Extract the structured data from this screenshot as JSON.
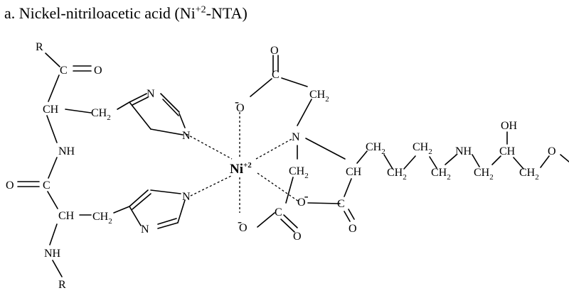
{
  "title": {
    "prefix": "a. Nickel-nitriloacetic acid (Ni",
    "superscript": "+2",
    "suffix": "-NTA)"
  },
  "atoms": {
    "r_top": "R",
    "r_bottom": "R",
    "c_carbonyl_top": "C",
    "o_carbonyl_top": "O",
    "ch_top": "CH",
    "ch2_top": "CH",
    "nh_top": "NH",
    "o_carbonyl_mid": "O",
    "c_carbonyl_mid": "C",
    "ch_bottom": "CH",
    "ch2_bottom": "CH",
    "nh_bottom": "NH",
    "imid_top_n1": "N",
    "imid_top_n3": "N",
    "imid_bottom_n1": "N",
    "imid_bottom_n3": "N",
    "ni": "Ni",
    "ni_charge": "+2",
    "acid_top_o": "O",
    "acid_top_c": "C",
    "acid_top_o_minus": "O",
    "acid_top_ch2": "CH",
    "amine_n": "N",
    "acid_left_ch2": "CH",
    "acid_left_c": "C",
    "acid_left_o_minus": "O",
    "acid_left_o": "O",
    "backbone_ch": "CH",
    "acid_right_o_minus": "O",
    "acid_right_c": "C",
    "acid_right_o": "O",
    "chain_ch2_1": "CH",
    "chain_ch2_2": "CH",
    "chain_ch2_3": "CH",
    "chain_ch2_4": "CH",
    "chain_nh": "NH",
    "chain_ch2_5": "CH",
    "chain_oh": "OH",
    "chain_ch": "CH",
    "chain_ch2_6": "CH",
    "chain_o": "O",
    "subscript_2": "2",
    "minus": "-"
  }
}
